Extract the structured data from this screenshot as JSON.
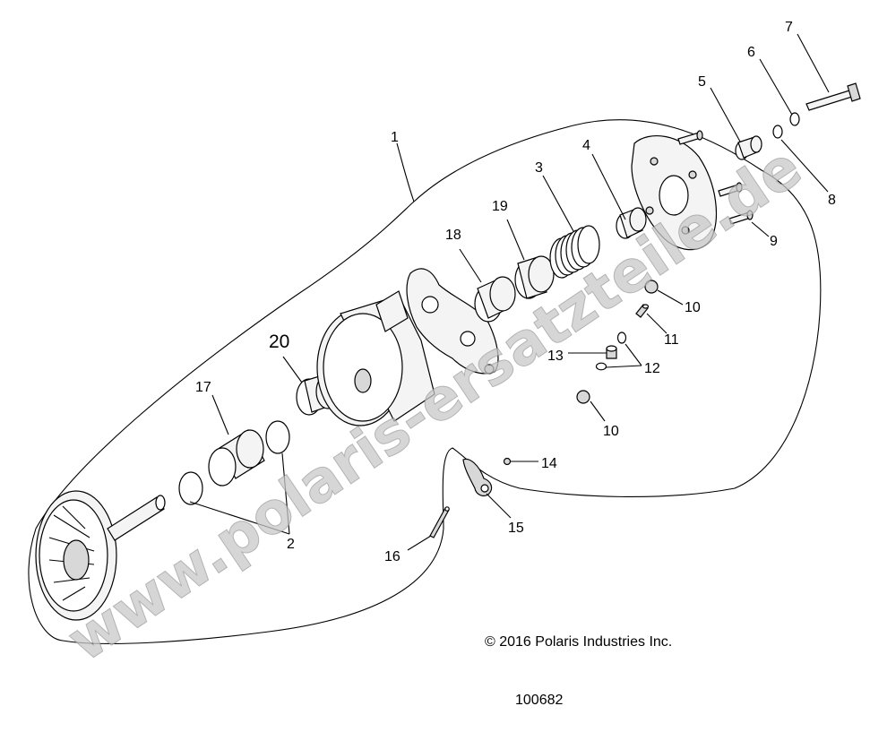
{
  "labels": {
    "l1": "1",
    "l2": "2",
    "l3": "3",
    "l4": "4",
    "l5": "5",
    "l6": "6",
    "l7": "7",
    "l8": "8",
    "l9": "9",
    "l10a": "10",
    "l10b": "10",
    "l11": "11",
    "l12": "12",
    "l13": "13",
    "l14": "14",
    "l15": "15",
    "l16": "16",
    "l17": "17",
    "l18": "18",
    "l19": "19",
    "l20": "20"
  },
  "copyright": "© 2016 Polaris Industries Inc.",
  "diagram_number": "100682",
  "watermark": "www.polaris-ersatzteile.de"
}
